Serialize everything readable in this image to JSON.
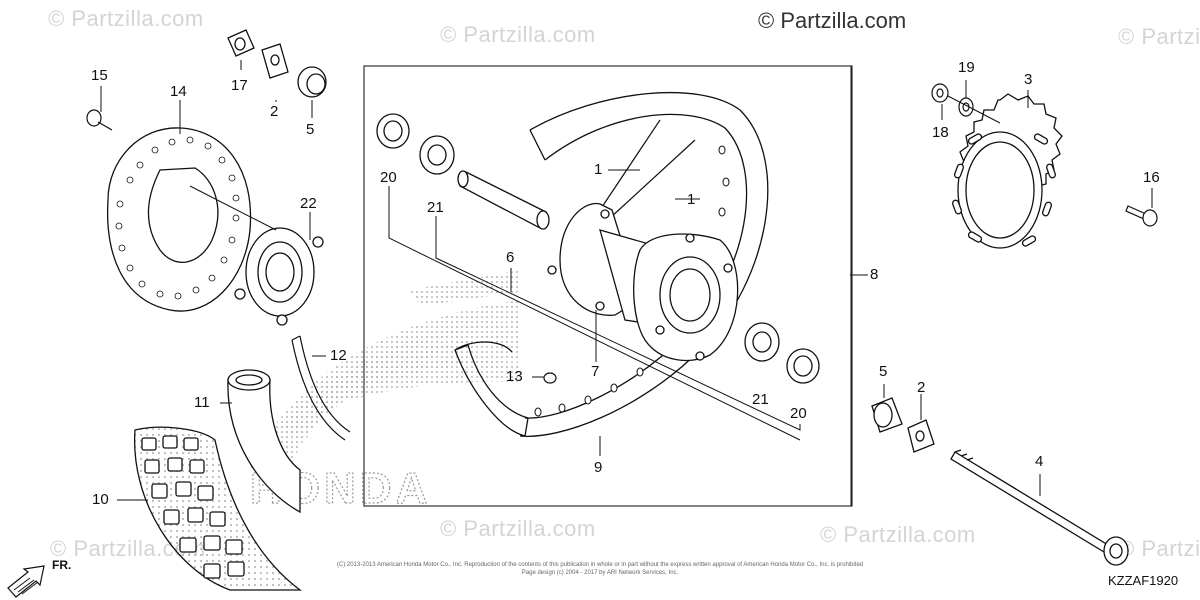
{
  "watermark": {
    "main": "© Partzilla.com",
    "repeat": "© Partzilla.com"
  },
  "callouts": [
    "1",
    "1",
    "2",
    "2",
    "3",
    "4",
    "5",
    "5",
    "6",
    "7",
    "8",
    "9",
    "10",
    "11",
    "12",
    "13",
    "14",
    "15",
    "16",
    "17",
    "18",
    "19",
    "20",
    "20",
    "21",
    "21",
    "22"
  ],
  "direction": {
    "label": "FR."
  },
  "diagram_code": "KZZAF1920",
  "footer": {
    "line1": "(C) 2013-2013 American Honda Motor Co., Inc. Reproduction of the contents of this publication in whole or in part without the express written approval of American Honda Motor Co., Inc. is prohibited",
    "line2": "Page design (c) 2004 - 2017 by ARI Network Services, Inc."
  },
  "brand_mark_text": "HONDA"
}
